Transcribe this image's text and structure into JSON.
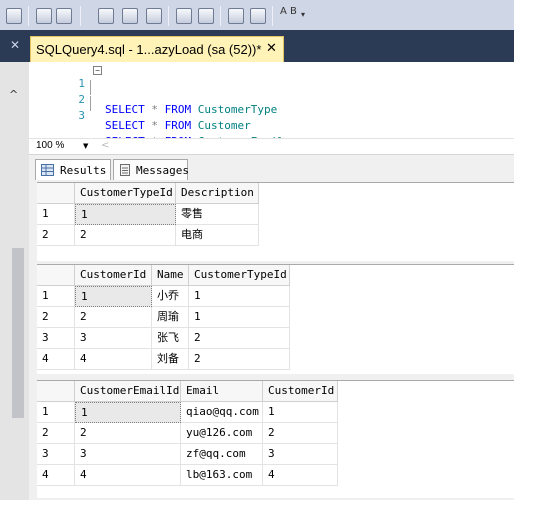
{
  "document_tab": {
    "title": "SQLQuery4.sql - 1...azyLoad (sa (52))*",
    "close_glyph": "✕"
  },
  "editor": {
    "lines": [
      {
        "number": "1",
        "keyword": "SELECT",
        "star": "*",
        "from": "FROM",
        "table": "CustomerType"
      },
      {
        "number": "2",
        "keyword": "SELECT",
        "star": "*",
        "from": "FROM",
        "table": "Customer"
      },
      {
        "number": "3",
        "keyword": "SELECT",
        "star": "*",
        "from": "FROM",
        "table": "CustomerEmail"
      }
    ],
    "fold_glyph": "−"
  },
  "zoom": {
    "value": "100 %",
    "arrow": "▼",
    "scroll_left": "<"
  },
  "result_tabs": {
    "results": "Results",
    "messages": "Messages"
  },
  "grids": [
    {
      "headers": [
        "CustomerTypeId",
        "Description"
      ],
      "rows": [
        {
          "num": "1",
          "cells": [
            "1",
            "零售"
          ]
        },
        {
          "num": "2",
          "cells": [
            "2",
            "电商"
          ]
        }
      ]
    },
    {
      "headers": [
        "CustomerId",
        "Name",
        "CustomerTypeId"
      ],
      "rows": [
        {
          "num": "1",
          "cells": [
            "1",
            "小乔",
            "1"
          ]
        },
        {
          "num": "2",
          "cells": [
            "2",
            "周瑜",
            "1"
          ]
        },
        {
          "num": "3",
          "cells": [
            "3",
            "张飞",
            "2"
          ]
        },
        {
          "num": "4",
          "cells": [
            "4",
            "刘备",
            "2"
          ]
        }
      ]
    },
    {
      "headers": [
        "CustomerEmailId",
        "Email",
        "CustomerId"
      ],
      "rows": [
        {
          "num": "1",
          "cells": [
            "1",
            "qiao@qq.com",
            "1"
          ]
        },
        {
          "num": "2",
          "cells": [
            "2",
            "yu@126.com",
            "2"
          ]
        },
        {
          "num": "3",
          "cells": [
            "3",
            "zf@qq.com",
            "3"
          ]
        },
        {
          "num": "4",
          "cells": [
            "4",
            "lb@163.com",
            "4"
          ]
        }
      ]
    }
  ],
  "left_panel": {
    "close_glyph": "✕",
    "caret": "^"
  },
  "toolbar": {
    "ab_label": "A B",
    "dropdown": "▾"
  },
  "colors": {
    "tab_background": "#fff3b8",
    "dark_chrome": "#2b3a55",
    "keyword": "#0000ff",
    "identifier": "#008080",
    "line_number": "#2b91af"
  }
}
